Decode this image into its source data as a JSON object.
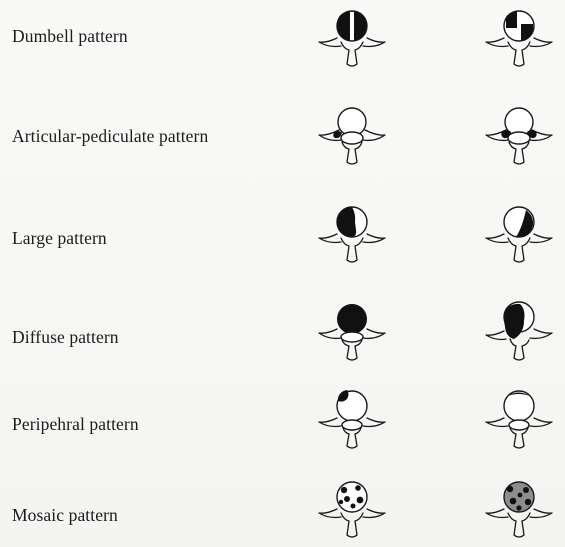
{
  "patterns": [
    {
      "label": "Dumbell pattern"
    },
    {
      "label": "Articular-pediculate pattern"
    },
    {
      "label": "Large pattern"
    },
    {
      "label": "Diffuse pattern"
    },
    {
      "label": "Peripehral pattern"
    },
    {
      "label": "Mosaic pattern"
    }
  ],
  "colors": {
    "lesion": "#111111",
    "mosaic_gray": "#8d8d8d",
    "outline": "#1a1a1a"
  }
}
